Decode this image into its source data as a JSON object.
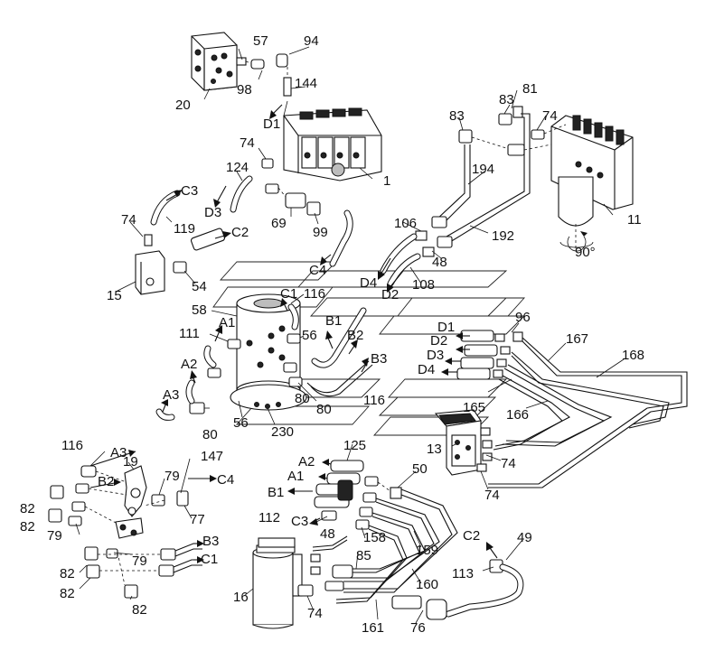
{
  "callouts": {
    "n20": "20",
    "n57": "57",
    "n94": "94",
    "n98": "98",
    "n144": "144",
    "d1_top": "D1",
    "n83a": "83",
    "n81": "81",
    "n83b": "83",
    "n74a": "74",
    "n74b": "74",
    "n124": "124",
    "n1": "1",
    "c3_top": "C3",
    "d3_top": "D3",
    "n194": "194",
    "n11": "11",
    "n74c": "74",
    "n119": "119",
    "c2_top": "C2",
    "n69": "69",
    "n99": "99",
    "n106": "106",
    "n192": "192",
    "angle": "90°",
    "n48a": "48",
    "c4_mid": "C4",
    "n15": "15",
    "n54": "54",
    "d4_mid": "D4",
    "d2_mid": "D2",
    "n108": "108",
    "c1_mid": "C1",
    "n116a": "116",
    "n58": "58",
    "a1_mid": "A1",
    "n111": "111",
    "b1_mid": "B1",
    "b2_mid": "B2",
    "n56a": "56",
    "n96": "96",
    "d1_r": "D1",
    "d2_r": "D2",
    "d3_r": "D3",
    "d4_r": "D4",
    "n167": "167",
    "n168": "168",
    "a2_mid": "A2",
    "b3_mid": "B3",
    "a3_mid": "A3",
    "n80a": "80",
    "n80b": "80",
    "n80c": "80",
    "n116b": "116",
    "n56b": "56",
    "n230": "230",
    "n165": "165",
    "n166": "166",
    "n13": "13",
    "n74d": "74",
    "n74e": "74",
    "n116c": "116",
    "a3_l": "A3",
    "n19": "19",
    "n147": "147",
    "n125": "125",
    "a2_b": "A2",
    "n50": "50",
    "a1_b": "A1",
    "b2_l": "B2",
    "n79a": "79",
    "c4_l": "C4",
    "n82a": "82",
    "n82b": "82",
    "n77": "77",
    "n79b": "79",
    "b1_b": "B1",
    "n112": "112",
    "c3_b": "C3",
    "n48b": "48",
    "n158": "158",
    "b3_l": "B3",
    "n79c": "79",
    "c1_l": "C1",
    "n82c": "82",
    "n82d": "82",
    "n82e": "82",
    "n85": "85",
    "n159": "159",
    "c2_b": "C2",
    "n49": "49",
    "n113": "113",
    "n16": "16",
    "n160": "160",
    "n74f": "74",
    "n76": "76",
    "n161": "161"
  }
}
